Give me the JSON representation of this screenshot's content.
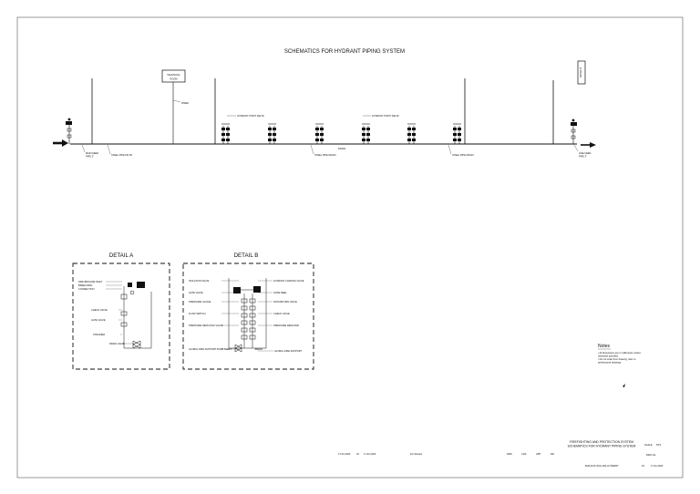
{
  "sheet": {
    "title": "SCHEMATICS FOR HYDRANT PIPING SYSTEM",
    "technical_room_line1": "TECHNICAL",
    "technical_room_line2": "ROOM",
    "vertical_tag": "DETAIL B",
    "detail_a_title": "DETAIL A",
    "detail_b_title": "DETAIL B"
  },
  "main_labels": {
    "hydrant_point_1": "HYDRANT POINT (DE B)",
    "hydrant_point_2": "HYDRANT POINT (DE B)",
    "pipe_1": "MAIN FEED",
    "pipe_1b": "PIPE 3\"",
    "pipe_2": "STEEL PIPE DN 65",
    "pipe_3": "STEEL PIPE DN100",
    "pipe_4": "STEEL PIPE DN100",
    "pipe_end": "LINE FEED",
    "pipe_end_b": "PIPE 3\"",
    "riser": "RISER",
    "centre_mark": "DN100"
  },
  "detail_a_labels": [
    "FIRE BRIGADE INLET",
    "BREECHING",
    "CONNECTION",
    "CHECK VALVE",
    "GATE VALVE",
    "STRAINER",
    "DRAIN VALVE"
  ],
  "detail_b_labels_left": [
    "ISOLATION VALVE",
    "GATE VALVE",
    "PRESSURE GAUGE",
    "FLOW SWITCH",
    "PRESSURE REDUCING VALVE",
    "GLOBAL FIRE SUPPORT PUMP SHAFT"
  ],
  "detail_b_labels_right": [
    "HYDRANT LANDING VALVE",
    "HOSE REEL",
    "NON RETURN VALVE",
    "CHECK VALVE",
    "PRESSURE REDUCER",
    "DRAIN",
    "GLOBAL FIRE SUPPORT"
  ],
  "notes": {
    "heading": "Notes",
    "line1": "• All dimensions are in millimetres unless",
    "line2": "  otherwise specified.",
    "line3": "• Do not scale from drawing; refer to",
    "line4": "  architectural drawings."
  },
  "title_block": {
    "project_line1": "FIREFIGHTING AND PROTECTION SYSTEM",
    "project_line2": "SCHEMATICS FOR HYDRANT PIPING SYSTEM",
    "date_1": "17-01-2023",
    "rev_1": "01",
    "date_2": "17-01-2023",
    "status": "For Review",
    "col_1": "DRN",
    "col_2": "CHK",
    "col_3": "APP",
    "col_4": "DR",
    "scale_label": "SCALE",
    "scale_value": "NTS",
    "drawing_no": "DWG No",
    "drawing_code": "BUILD-FP-SCH-001-HYDRANT",
    "sheet_no": "01",
    "date_3": "17-01-2023"
  }
}
